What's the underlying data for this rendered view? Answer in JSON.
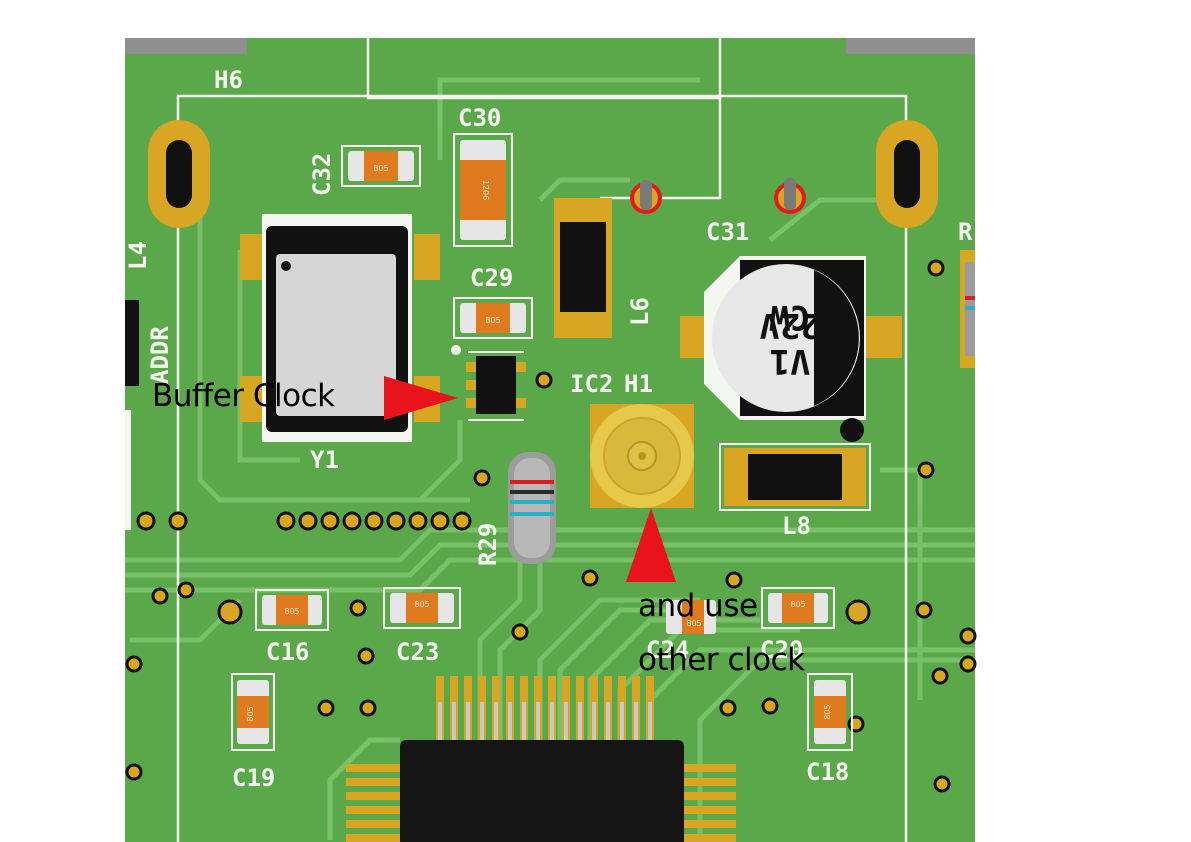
{
  "annotations": {
    "buffer_clock": "Buffer Clock",
    "other_clock_line1": "and use",
    "other_clock_line2": "other clock"
  },
  "designators": {
    "h6": "H6",
    "c30": "C30",
    "c32": "C32",
    "c31": "C31",
    "c29": "C29",
    "l4": "L4",
    "l6": "L6",
    "l8": "L8",
    "y1": "Y1",
    "ic2": "IC2",
    "h1": "H1",
    "r29": "R29",
    "c16": "C16",
    "c23": "C23",
    "c24": "C24",
    "c20": "C20",
    "c19": "C19",
    "c18": "C18",
    "addr": "ADDR",
    "r_partial": "R"
  },
  "package_marks": {
    "c30": "1206",
    "c32": "805",
    "c29": "805",
    "c16": "805",
    "c23": "805",
    "c24": "805",
    "c20": "805",
    "c19": "805",
    "c18": "805"
  },
  "capacitor_c31": {
    "line1": "CW",
    "line2": "22V",
    "line3": "V1"
  },
  "colors": {
    "board": "#5aa84a",
    "trace": "#7cc46c",
    "pad_gold": "#d8a622",
    "silkscreen": "#f4f7ef",
    "ic_body": "#111111",
    "smd_cap": "#e07a1e",
    "arrow": "#e8131b"
  }
}
